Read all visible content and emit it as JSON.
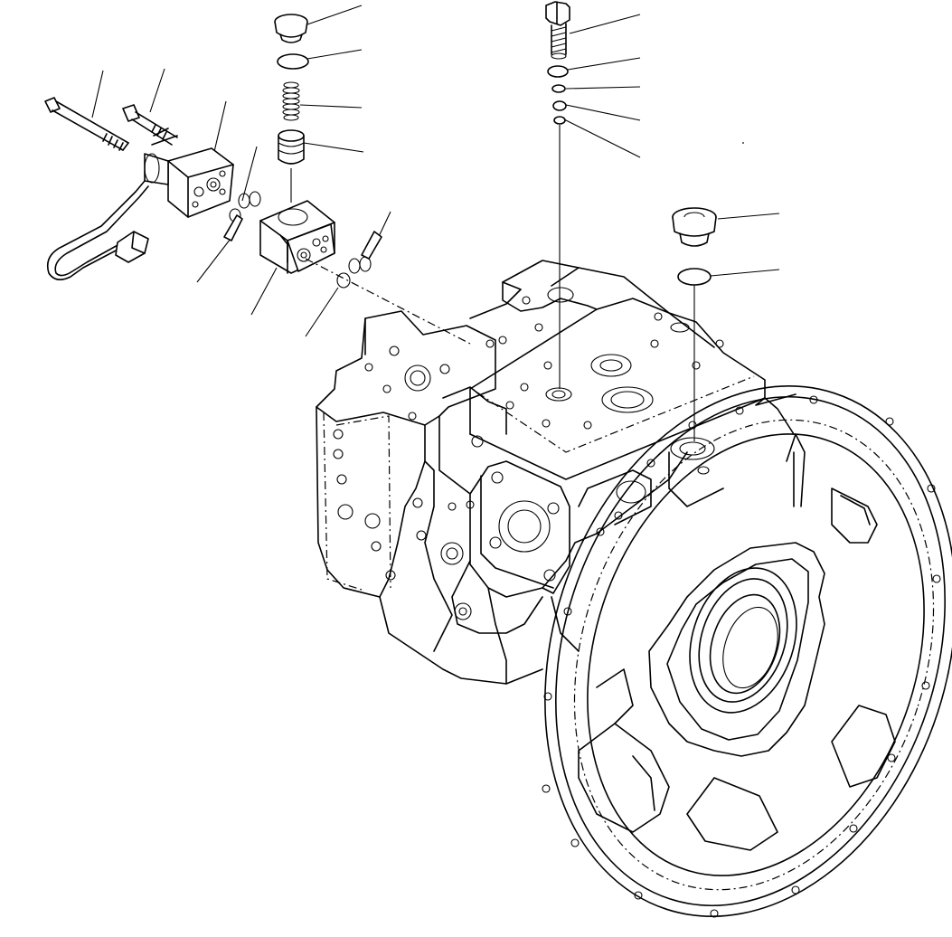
{
  "figure": {
    "kind": "exploded parts diagram",
    "labels_printed": false,
    "line_color": "#000000",
    "background_color": "#ffffff"
  },
  "parts": [
    {
      "id": "long-bolt",
      "icon": "bolt-icon"
    },
    {
      "id": "short-bolt",
      "icon": "bolt-icon"
    },
    {
      "id": "solenoid-valve",
      "icon": "solenoid-icon"
    },
    {
      "id": "wire-harness-connector",
      "icon": "connector-icon"
    },
    {
      "id": "plug-left",
      "icon": "plug-icon"
    },
    {
      "id": "o-ring-left",
      "icon": "o-ring-icon"
    },
    {
      "id": "spring",
      "icon": "spring-icon"
    },
    {
      "id": "spool",
      "icon": "spool-icon"
    },
    {
      "id": "valve-block",
      "icon": "valve-block-icon"
    },
    {
      "id": "o-ring-pair-left",
      "icon": "o-ring-icon"
    },
    {
      "id": "o-ring-pair-center",
      "icon": "o-ring-icon"
    },
    {
      "id": "adjust-plug",
      "icon": "plug-icon"
    },
    {
      "id": "o-ring-stack",
      "icon": "o-ring-icon"
    },
    {
      "id": "plug-right",
      "icon": "plug-icon"
    },
    {
      "id": "o-ring-right",
      "icon": "o-ring-icon"
    },
    {
      "id": "pump-housing",
      "icon": "pump-icon"
    },
    {
      "id": "flywheel-housing",
      "icon": "flange-icon"
    }
  ]
}
